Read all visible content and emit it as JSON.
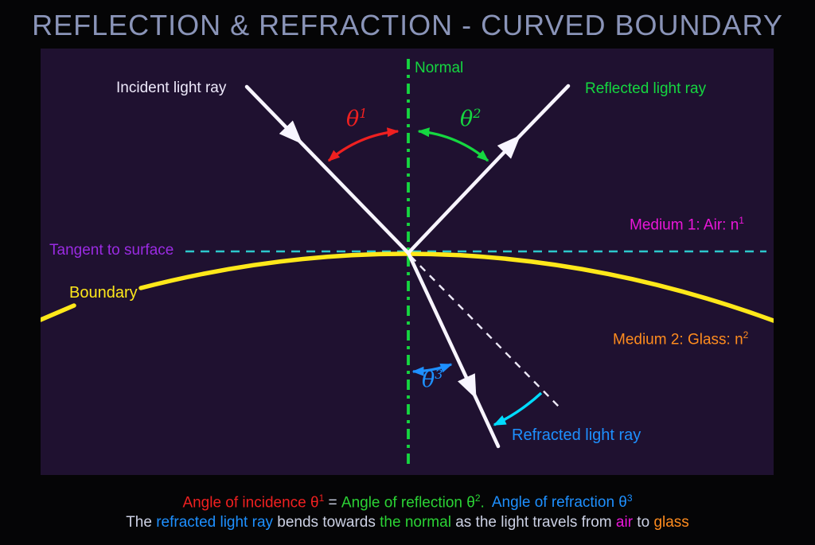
{
  "title": "REFLECTION & REFRACTION - CURVED BOUNDARY",
  "diagram": {
    "incident_label": "Incident light ray",
    "normal_label": "Normal",
    "reflected_label": "Reflected light ray",
    "medium1_label": "Medium 1: Air: n",
    "medium1_sup": "1",
    "tangent_label": "Tangent to surface",
    "boundary_label": "Boundary",
    "medium2_label": "Medium 2: Glass: n",
    "medium2_sup": "2",
    "refracted_label": "Refracted light ray",
    "theta_symbol": "θ",
    "theta1_sup": "1",
    "theta2_sup": "2",
    "theta3_sup": "3",
    "colors": {
      "panel_background": "#1f1130",
      "ray_white": "#f8f5ff",
      "normal_green": "#15d740",
      "incidence_red": "#ef2020",
      "refraction_blue": "#1e90ff",
      "bend_arrow_cyan": "#00dcff",
      "tangent_dash_cyan": "#2cc8cc",
      "boundary_yellow": "#ffe81a",
      "medium1_magenta": "#ea16d9",
      "medium2_orange": "#ff8c1e",
      "tangent_label_purple": "#9a2be2",
      "title_slate": "#8a94b8"
    }
  },
  "caption": {
    "line1": {
      "incidence": "Angle of incidence θ",
      "incidence_sup": "1",
      "equals": " = ",
      "reflection": "Angle of reflection θ",
      "reflection_sup": "2",
      "reflection_dot": ".",
      "refraction": "Angle of refraction θ",
      "refraction_sup": "3"
    },
    "line2": {
      "t1": "The ",
      "t2": "refracted light ray",
      "t3": " bends towards ",
      "t4": "the normal",
      "t5": " as the light travels from ",
      "t6": "air",
      "t7": " to ",
      "t8": "glass"
    }
  }
}
